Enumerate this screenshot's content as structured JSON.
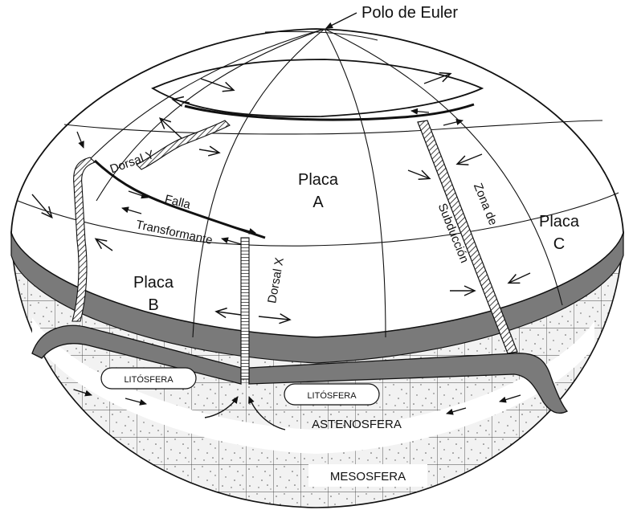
{
  "labels": {
    "euler_pole": "Polo de Euler",
    "plate_a_line1": "Placa",
    "plate_a_line2": "A",
    "plate_b_line1": "Placa",
    "plate_b_line2": "B",
    "plate_c_line1": "Placa",
    "plate_c_line2": "C",
    "ridge_y": "Dorsal Y",
    "ridge_x": "Dorsal X",
    "transform_1": "Falla",
    "transform_2": "Transformante",
    "subduction_1": "Zona de",
    "subduction_2": "Subducción",
    "lithosphere_left": "LITÓSFERA",
    "lithosphere_right": "LITÓSFERA",
    "asthenosphere": "ASTENOSFERA",
    "mesosphere": "MESOSFERA"
  },
  "colors": {
    "line": "#111111",
    "lithosphere_band": "#7a7a7a",
    "background": "#ffffff"
  }
}
